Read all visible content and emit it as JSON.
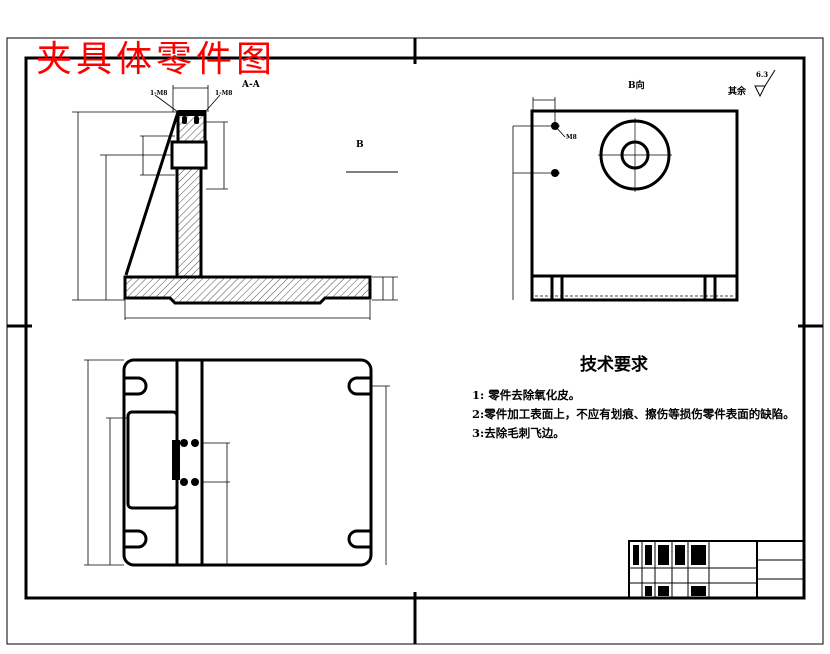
{
  "drawing": {
    "title": "夹具体零件图",
    "title_color": "#ff0000",
    "section_label": "A-A",
    "view_b_label": "B",
    "view_b_direction": "B向",
    "surface_roughness": {
      "label": "其余",
      "value": "6.3"
    },
    "hole_callouts": [
      "1-M8",
      "1-M8"
    ],
    "hole_label_b": "M8"
  },
  "tech_requirements": {
    "title": "技术要求",
    "items": [
      "1: 零件去除氧化皮。",
      "2:零件加工表面上，不应有划痕、擦伤等损伤零件表面的缺陷。",
      "3:去除毛刺飞边。"
    ]
  },
  "title_block": {
    "cells": [
      "",
      "",
      "",
      "",
      "",
      "",
      "",
      ""
    ]
  }
}
